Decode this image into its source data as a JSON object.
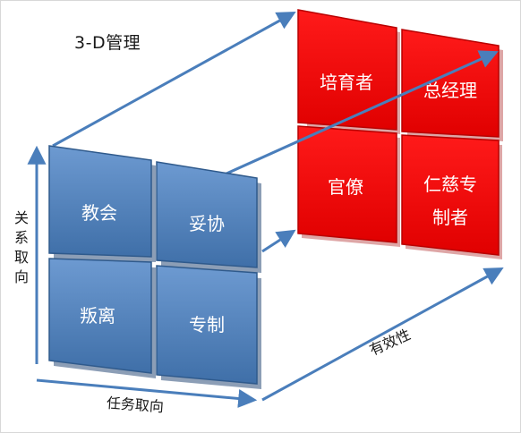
{
  "title": "3-D管理",
  "axes": {
    "relationship": "关系取向",
    "task": "任务取向",
    "effectiveness": "有效性"
  },
  "front_grid": {
    "color": "#4f81bd",
    "cells": [
      "教会",
      "妥协",
      "叛离",
      "专制"
    ]
  },
  "back_grid": {
    "color": "#ff0000",
    "cells": [
      "培育者",
      "总经理",
      "官僚",
      "仁慈专制者"
    ]
  },
  "arrow_color": "#4a7ebb"
}
